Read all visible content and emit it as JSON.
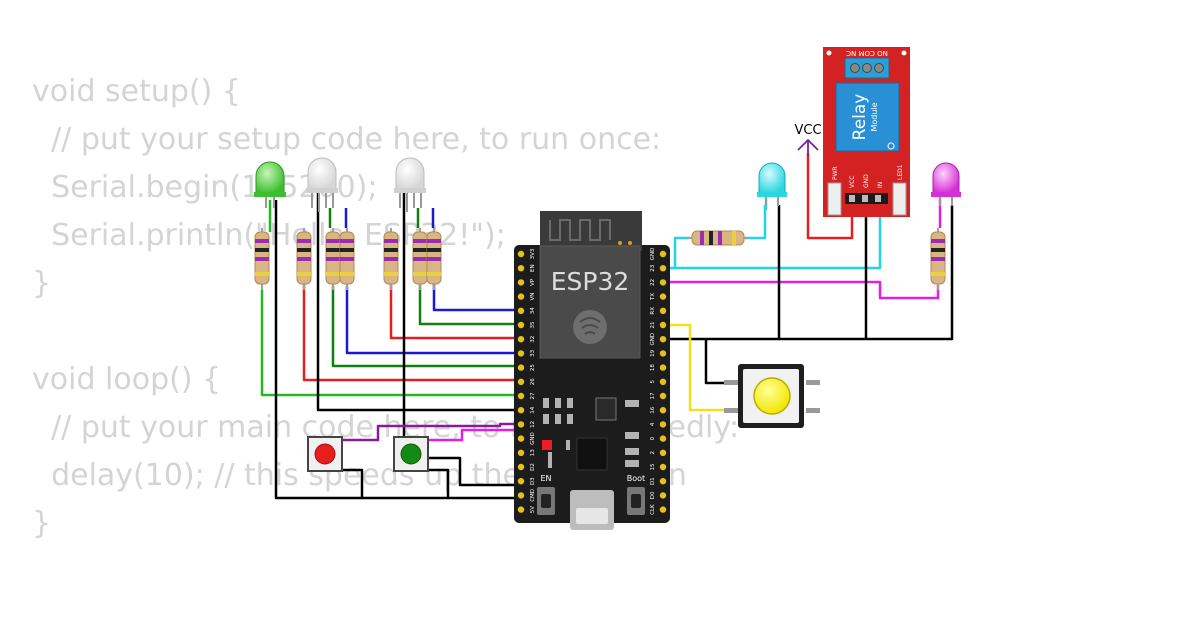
{
  "code_background": {
    "lines": [
      "void setup() {",
      "  // put your setup code here, to run once:",
      "  Serial.begin(115200);",
      "  Serial.println(\"Hello, ESP32!\");",
      "}",
      "",
      "void loop() {",
      "  // put your main code here, to run repeatedly:",
      "  delay(10); // this speeds up the simulation",
      "}"
    ]
  },
  "board": {
    "label": "ESP32",
    "left_pins": [
      "3V3",
      "EN",
      "VP",
      "VN",
      "34",
      "35",
      "32",
      "33",
      "25",
      "26",
      "27",
      "14",
      "12",
      "GND",
      "13",
      "D2",
      "D3",
      "CMD",
      "5V"
    ],
    "right_pins": [
      "GND",
      "23",
      "22",
      "TX",
      "RX",
      "21",
      "GND",
      "19",
      "18",
      "5",
      "17",
      "16",
      "4",
      "0",
      "2",
      "15",
      "D1",
      "D0",
      "CLK"
    ],
    "buttons": [
      "EN",
      "Boot"
    ]
  },
  "relay": {
    "title": "Relay",
    "subtitle": "Module",
    "terminals": "NO COM NC",
    "pins": [
      "VCC",
      "GND",
      "IN"
    ],
    "indicators": [
      "PWR",
      "LED1"
    ]
  },
  "vcc_label": "VCC",
  "colors": {
    "wire_green": "#22b922",
    "wire_red": "#e61e1e",
    "wire_blue": "#1a1ad2",
    "wire_darkgreen": "#118011",
    "wire_cyan": "#22d4e8",
    "wire_magenta": "#e020e0",
    "wire_yellow": "#f0e020",
    "wire_purple": "#8a1a9a",
    "board": "#1c1c1c",
    "relay": "#d42222"
  }
}
